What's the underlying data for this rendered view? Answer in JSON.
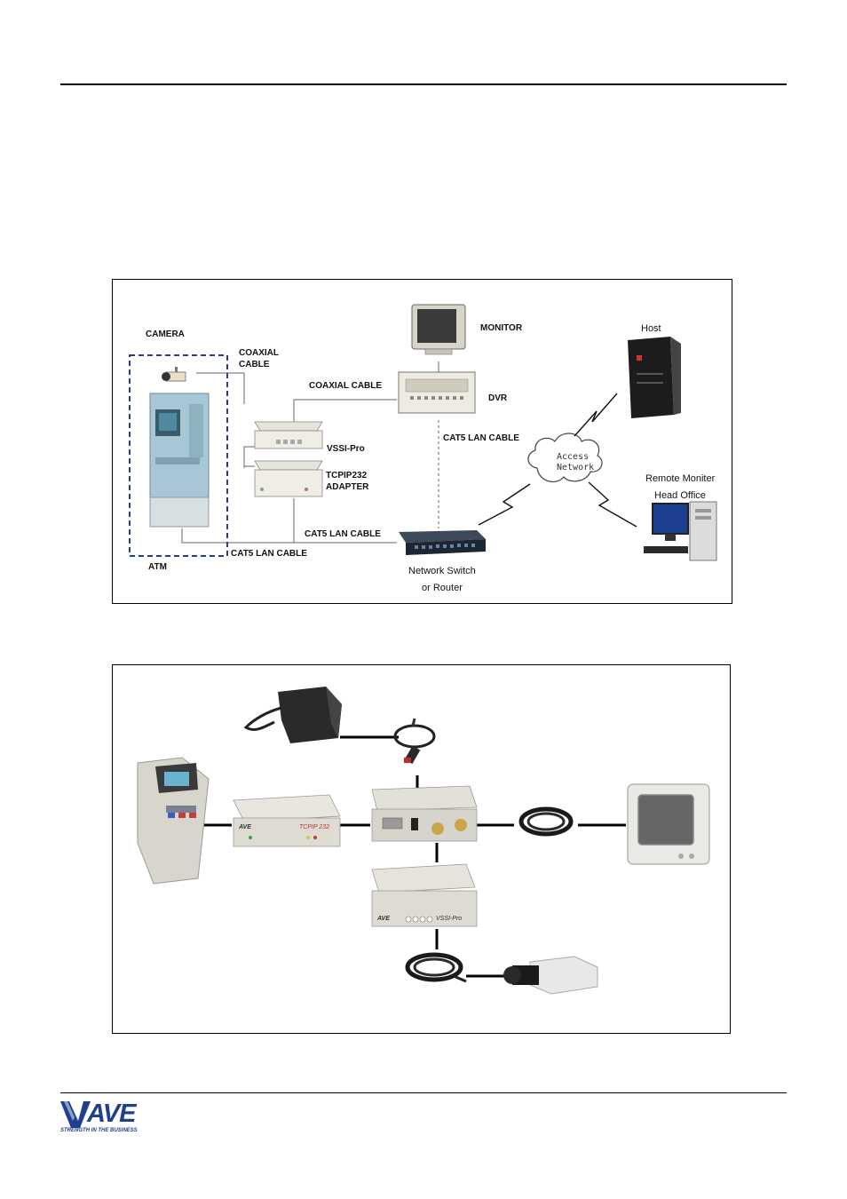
{
  "diagram1": {
    "labels": {
      "camera": "CAMERA",
      "coaxial_cable_1": [
        "COAXIAL",
        "CABLE"
      ],
      "coaxial_cable_2": "COAXIAL CABLE",
      "monitor": "MONITOR",
      "dvr": "DVR",
      "host": "Host",
      "cat5_1": "CAT5 LAN CABLE",
      "vssi_pro": "VSSI-Pro",
      "tcpip_adapter": [
        "TCPIP232",
        "ADAPTER"
      ],
      "access_network": [
        "Access",
        "Network"
      ],
      "remote_monitor": [
        "Remote Moniter",
        "Head Office"
      ],
      "cat5_2": "CAT5 LAN CABLE",
      "cat5_3": "CAT5 LAN CABLE",
      "atm": "ATM",
      "network_switch": [
        "Network Switch",
        "or Router"
      ]
    }
  },
  "diagram2": {
    "device_labels": {
      "tcpip_brand": "AVE",
      "tcpip_model": "TCPIP 232",
      "vssi_brand": "AVE",
      "vssi_model": "VSSI-Pro"
    }
  },
  "footer": {
    "logo_text": "AVE",
    "tagline": "STRENGTH IN THE BUSINESS"
  },
  "colors": {
    "dashed_box": "#2a3a8c",
    "logo_blue": "#1f3f8f",
    "network_cloud": "#ffffff"
  }
}
